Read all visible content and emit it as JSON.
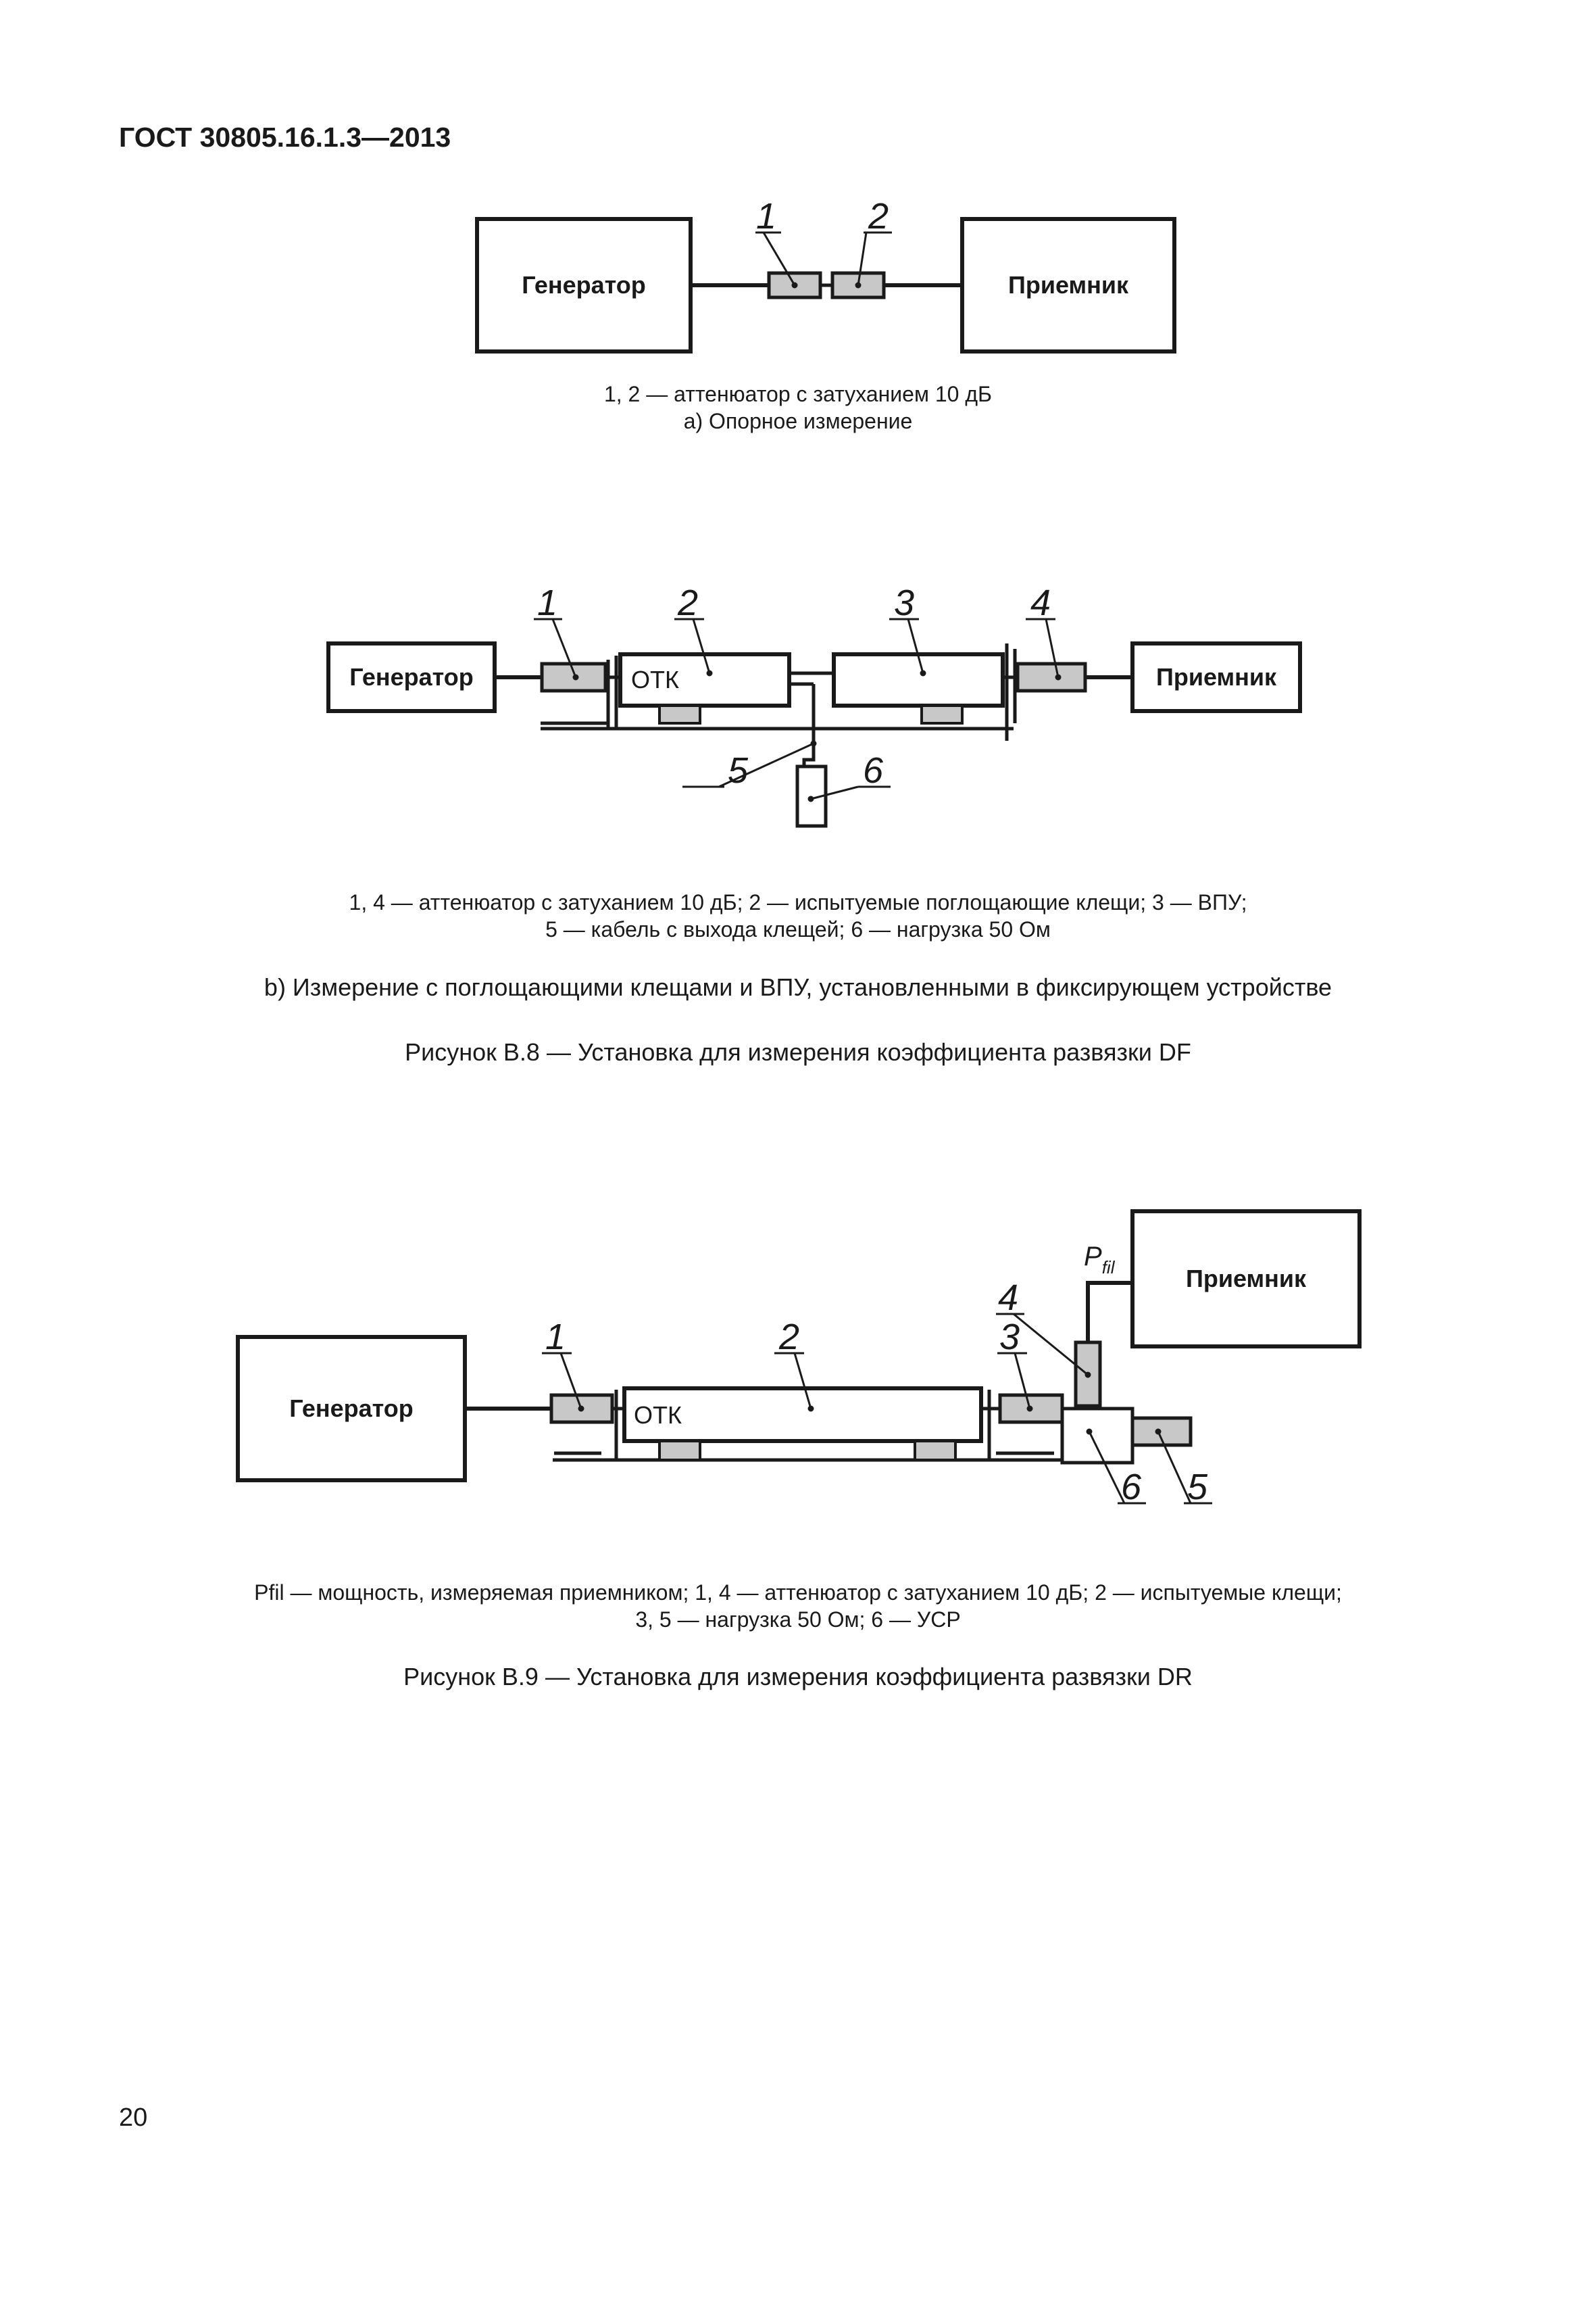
{
  "header": {
    "doc_id": "ГОСТ 30805.16.1.3—2013"
  },
  "figure_a": {
    "generator": "Генератор",
    "receiver": "Приемник",
    "num1": "1",
    "num2": "2",
    "legend": "1, 2 — аттенюатор с затуханием 10 дБ",
    "caption": "а) Опорное измерение"
  },
  "figure_b": {
    "generator": "Генератор",
    "receiver": "Приемник",
    "otk": "ОТК",
    "nums": [
      "1",
      "2",
      "3",
      "4",
      "5",
      "6"
    ],
    "legend_line1": "1, 4 — аттенюатор с затуханием 10 дБ; 2 — испытуемые поглощающие клещи; 3 — ВПУ;",
    "legend_line2": "5 — кабель с выхода клещей; 6 — нагрузка 50 Ом",
    "caption": "b) Измерение с поглощающими клещами и ВПУ, установленными в фиксирующем устройстве"
  },
  "figure_b8_title": "Рисунок В.8 — Установка для измерения коэффициента развязки DF",
  "figure_c": {
    "generator": "Генератор",
    "receiver": "Приемник",
    "otk": "ОТК",
    "p_main": "P",
    "p_sub": "fil",
    "nums": [
      "1",
      "2",
      "3",
      "4",
      "5",
      "6"
    ],
    "legend_line1": "Pfil — мощность, измеряемая приемником; 1, 4 — аттенюатор с затуханием 10 дБ; 2 — испытуемые клещи;",
    "legend_line2": "3, 5 — нагрузка 50 Ом; 6 — УСР"
  },
  "figure_b9_title": "Рисунок В.9 — Установка для измерения коэффициента развязки DR",
  "page_number": "20",
  "colors": {
    "attenuator_fill": "#c8c8c8",
    "stroke": "#1a1a1a"
  }
}
